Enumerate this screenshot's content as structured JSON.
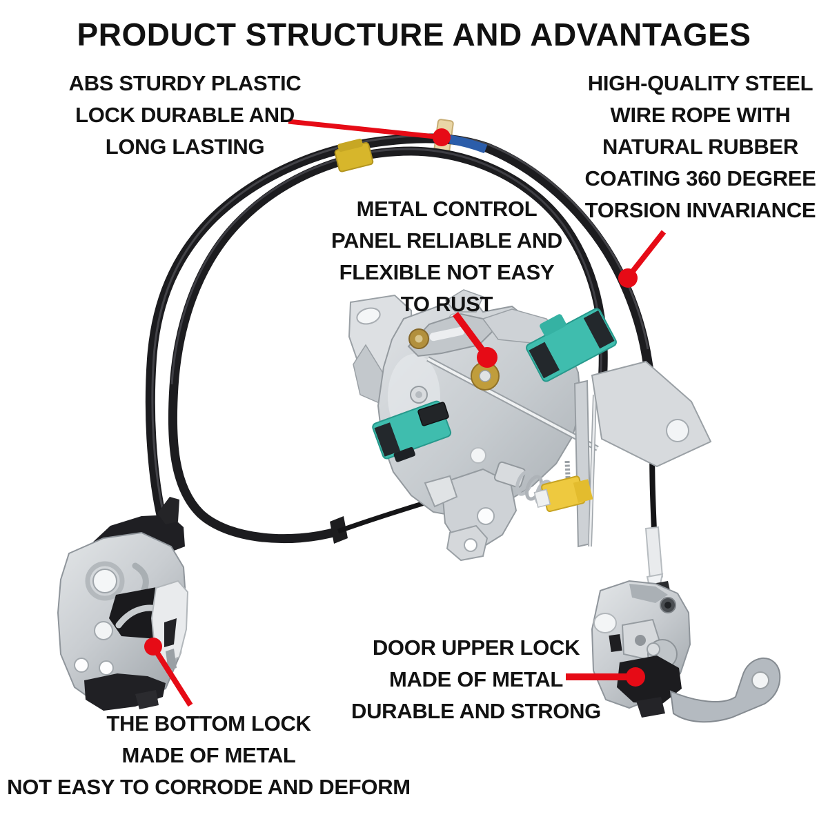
{
  "title": "PRODUCT STRUCTURE AND ADVANTAGES",
  "callouts": {
    "abs_plastic": {
      "lines": [
        "ABS STURDY PLASTIC",
        "LOCK DURABLE AND",
        "LONG LASTING"
      ]
    },
    "steel_wire": {
      "lines": [
        "HIGH-QUALITY STEEL",
        "WIRE ROPE  WITH",
        "NATURAL RUBBER",
        "COATING 360 DEGREE",
        "TORSION INVARIANCE"
      ]
    },
    "control_panel": {
      "lines": [
        "METAL CONTROL",
        "PANEL RELIABLE AND",
        "FLEXIBLE NOT EASY",
        "TO RUST"
      ]
    },
    "upper_lock": {
      "lines": [
        "DOOR UPPER LOCK",
        "MADE OF METAL",
        "DURABLE AND STRONG"
      ]
    },
    "bottom_lock": {
      "lines": [
        "THE BOTTOM LOCK",
        "MADE OF METAL",
        "NOT EASY TO CORRODE AND DEFORM"
      ]
    }
  },
  "colors": {
    "text": "#121212",
    "annotation_red": "#e60b16",
    "cable_black": "#1c1c1f",
    "metal_light": "#d3d6d9",
    "metal_dark": "#8f959b",
    "teal_connector": "#3fbdae",
    "yellow_clip": "#d7b62b",
    "tan_clip": "#e9d6a6",
    "blue_band": "#2b5daa",
    "yellow_part": "#eec93f",
    "brass": "#bd9a3e"
  }
}
